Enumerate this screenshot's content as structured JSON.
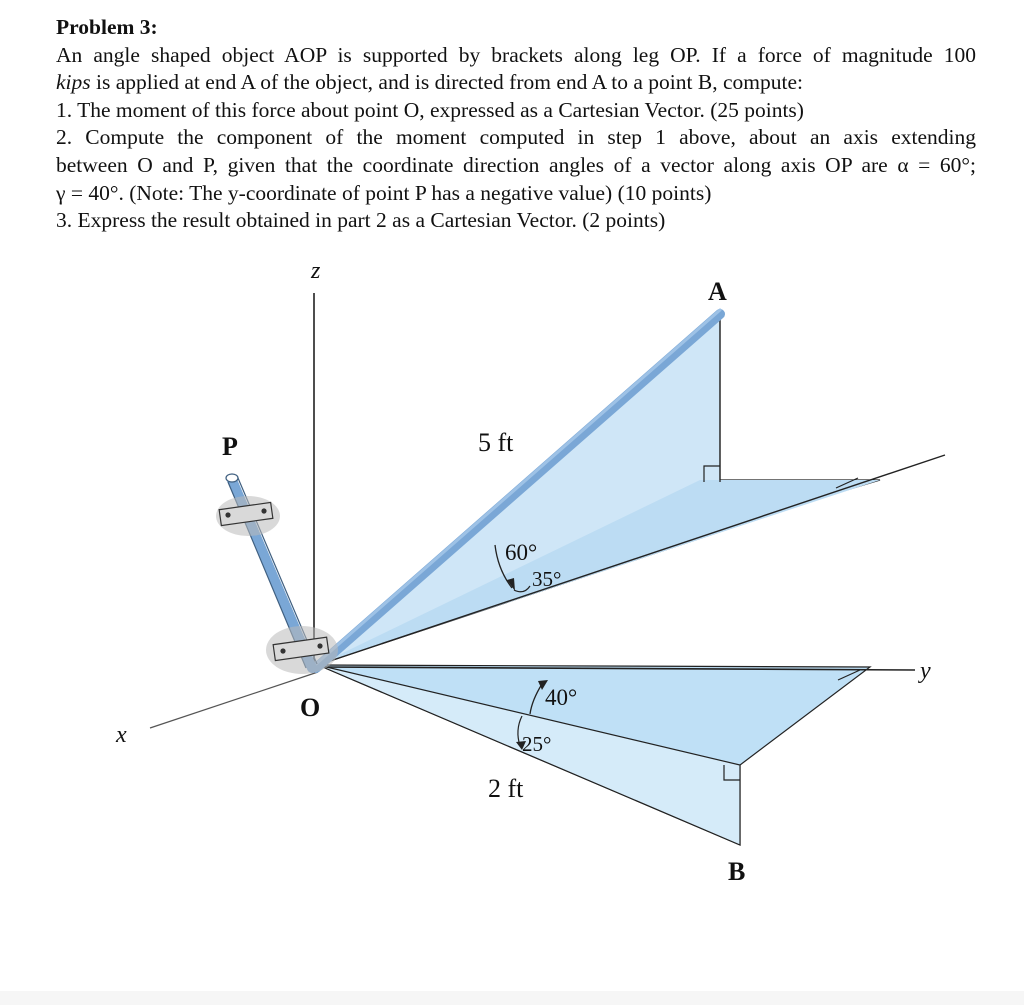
{
  "problem": {
    "title": "Problem 3:",
    "l1": "An angle shaped object AOP is supported by brackets along leg OP.  If a force of magnitude 100",
    "l2_unit": "kips",
    "l2_rest": " is applied at end A of the object, and is directed from end A to a point B, compute:",
    "l3": "1. The moment of this force about point O, expressed as a Cartesian Vector. (25 points)",
    "l4": "2. Compute the component of the moment computed in step 1 above, about an axis extending",
    "l5": "between O and P, given that the coordinate direction angles of a vector along axis OP are α = 60°;",
    "l6": "γ = 40°. (Note: The y-coordinate of point P has a negative value) (10 points)",
    "l7": "3. Express the result obtained in part 2 as a Cartesian Vector. (2 points)"
  },
  "figure": {
    "axis_z": "z",
    "axis_x": "x",
    "axis_y": "y",
    "point_a": "A",
    "point_b": "B",
    "point_p": "P",
    "point_o": "O",
    "length_oa": "5 ft",
    "length_ob": "2 ft",
    "angle_60": "60°",
    "angle_35": "35°",
    "angle_40": "40°",
    "angle_25": "25°",
    "colors": {
      "plane_fill": "#cfe6f7",
      "plane_fill_light": "#deeffa",
      "rod": "#7aa7d6",
      "line": "#222222"
    }
  }
}
